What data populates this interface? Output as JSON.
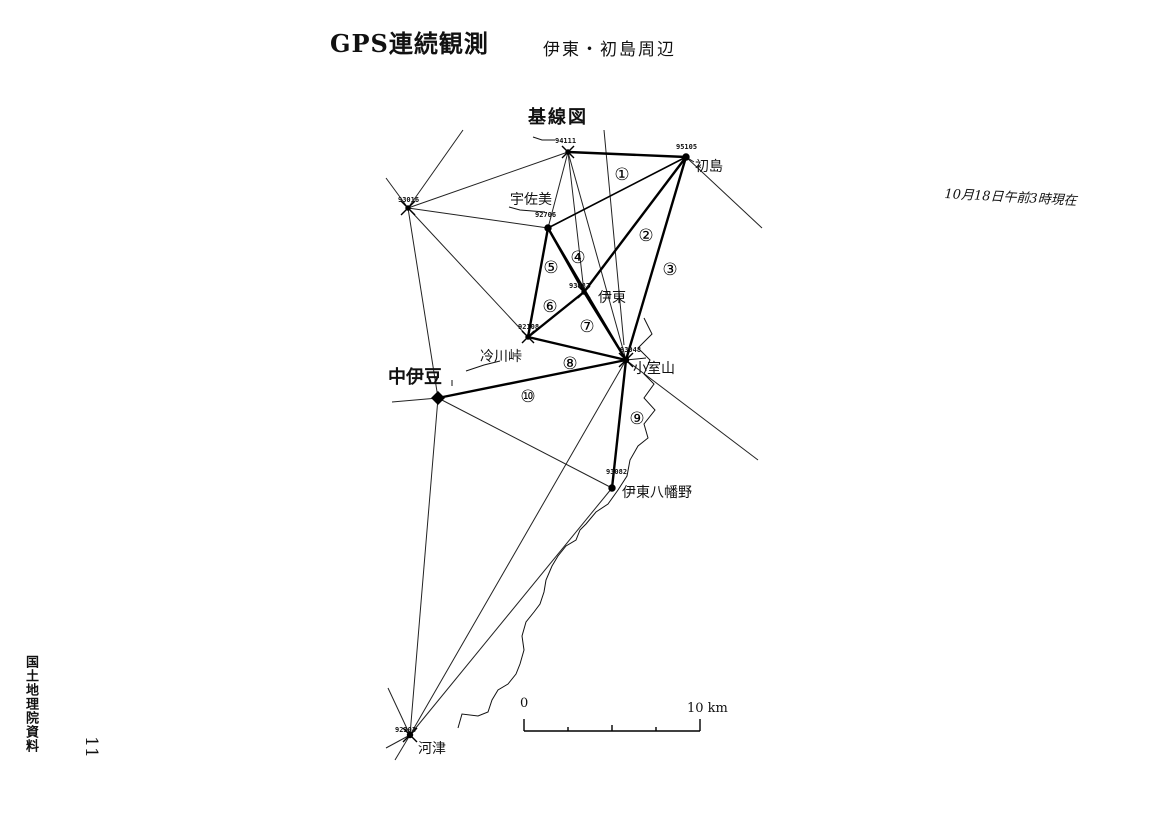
{
  "header": {
    "title": "GPS連続観測",
    "subtitle": "伊東・初島周辺"
  },
  "diagram": {
    "title": "基線図"
  },
  "note": "10月18日午前3時現在",
  "side_label": "国土地理院資料",
  "page_number": "11",
  "stations": {
    "hatsushima": {
      "name": "初島",
      "code": "95105"
    },
    "north": {
      "name": "",
      "code": "94111"
    },
    "nw": {
      "name": "",
      "code": "93016"
    },
    "usami": {
      "name": "宇佐美",
      "code": "92706"
    },
    "ito": {
      "name": "伊東",
      "code": "93087"
    },
    "hiekawa": {
      "name": "冷川峠",
      "code": "92108"
    },
    "komuroyama": {
      "name": "小室山",
      "code": "93048"
    },
    "nakaizu": {
      "name": "中伊豆",
      "code": ""
    },
    "yawatano": {
      "name": "伊東八幡野",
      "code": "93082"
    },
    "kawazu": {
      "name": "河津",
      "code": "92303"
    }
  },
  "baselines": [
    {
      "id": "1",
      "label": "①"
    },
    {
      "id": "2",
      "label": "②"
    },
    {
      "id": "3",
      "label": "③"
    },
    {
      "id": "4",
      "label": "④"
    },
    {
      "id": "5",
      "label": "⑤"
    },
    {
      "id": "6",
      "label": "⑥"
    },
    {
      "id": "7",
      "label": "⑦"
    },
    {
      "id": "8",
      "label": "⑧"
    },
    {
      "id": "9",
      "label": "⑨"
    },
    {
      "id": "10",
      "label": "⑩"
    }
  ],
  "scale_bar": {
    "start_label": "0",
    "end_label": "10 km"
  }
}
